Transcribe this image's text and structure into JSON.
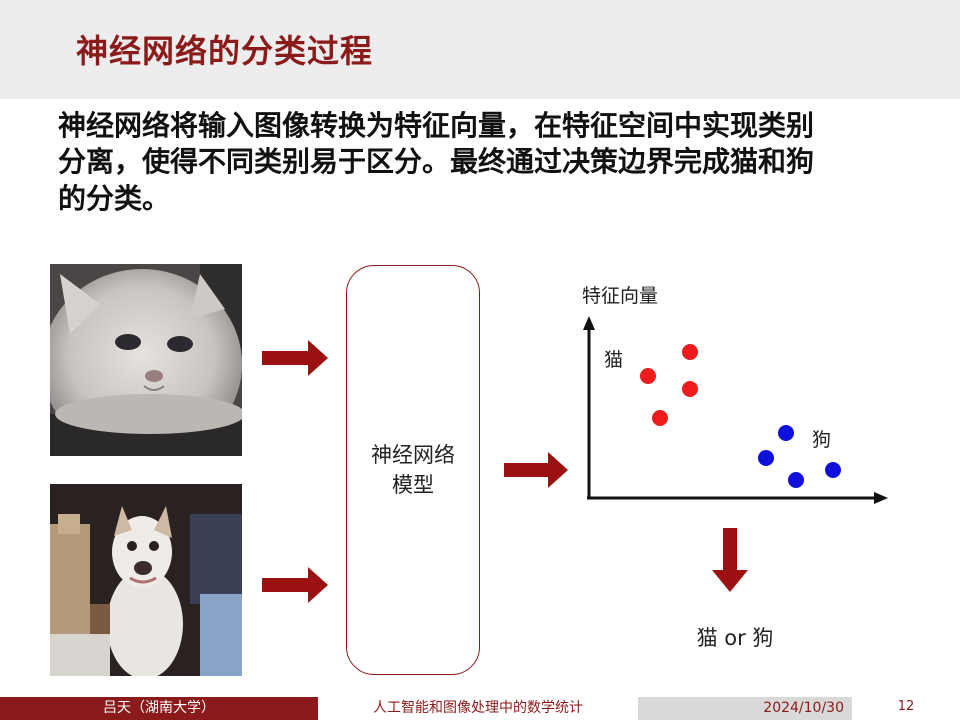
{
  "slide": {
    "title": "神经网络的分类过程",
    "intro_lines": [
      "神经网络将输入图像转换为特征向量，在特征空间中实现类别",
      "分离，使得不同类别易于区分。最终通过决策边界完成猫和狗",
      "的分类。"
    ]
  },
  "diagram": {
    "model_label_lines": [
      "神经网络",
      "模型"
    ],
    "plot": {
      "axis_title": "特征向量",
      "cluster_labels": {
        "cat": "猫",
        "dog": "狗"
      }
    },
    "result_label": "猫 or 狗"
  },
  "colors": {
    "accent": "#8b1a1a",
    "cat_points": "#ee1c1c",
    "dog_points": "#1010dd"
  },
  "footer": {
    "author": "吕天（湖南大学）",
    "course": "人工智能和图像处理中的数学统计",
    "date": "2024/10/30",
    "page": "12"
  }
}
